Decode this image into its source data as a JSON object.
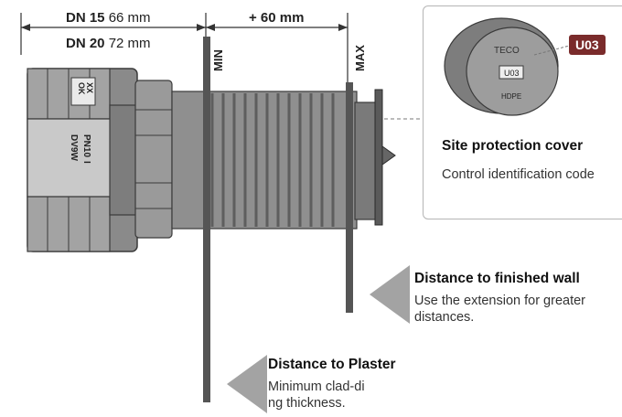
{
  "dimensions": {
    "dn15_label": "DN 15",
    "dn15_value": "66 mm",
    "dn20_label": "DN 20",
    "dn20_value": "72 mm",
    "extension": "+ 60 mm",
    "min_label": "MIN",
    "max_label": "MAX"
  },
  "valve": {
    "side_text_1": "PN10",
    "side_text_2": "DV9W",
    "side_text_3": "I",
    "hex_mark_1": "XX",
    "hex_mark_2": "OK"
  },
  "site_protection": {
    "badge": "U03",
    "title": "Site protection cover",
    "description": "Control identification code",
    "cap_brand": "TECO",
    "cap_code": "U03",
    "cap_material": "HDPE"
  },
  "finished_wall": {
    "title": "Distance to finished wall",
    "description": "Use the extension for greater distances."
  },
  "plaster": {
    "title": "Distance to Plaster",
    "description": "Minimum clad-ding thickness."
  },
  "colors": {
    "grey_body": "#8c8c8c",
    "dark_grey": "#555555",
    "badge": "#7a2b2b",
    "arrow": "#9e9e9e"
  }
}
